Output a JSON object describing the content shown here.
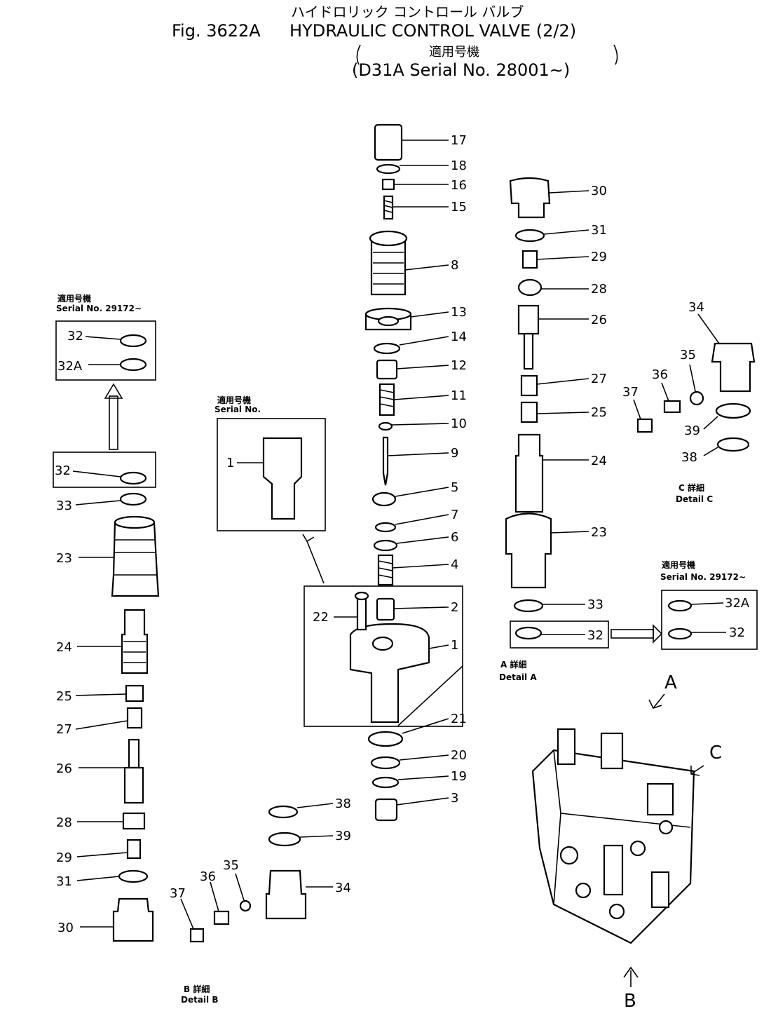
{
  "header": {
    "katakana": "ハイドロリック コントロール バルブ",
    "fig_label": "Fig. 3622A",
    "title": "HYDRAULIC CONTROL VALVE (2/2)",
    "applicable_jp": "適用号機",
    "serial": "(D31A Serial No. 28001∼)"
  },
  "insets": {
    "serial_jp": "適用号機",
    "left_serial": "Serial No. 29172∼",
    "mid_serial": "Serial No.",
    "right_serial": "Serial No. 29172∼"
  },
  "details": {
    "a_jp": "A 詳細",
    "a": "Detail A",
    "b_jp": "B 詳細",
    "b": "Detail B",
    "c_jp": "C 詳細",
    "c": "Detail C"
  },
  "view_letters": {
    "a": "A",
    "b": "B",
    "c": "C"
  },
  "parts": {
    "p1": "1",
    "p2": "2",
    "p3": "3",
    "p4": "4",
    "p5": "5",
    "p6": "6",
    "p7": "7",
    "p8": "8",
    "p9": "9",
    "p10": "10",
    "p11": "11",
    "p12": "12",
    "p13": "13",
    "p14": "14",
    "p15": "15",
    "p16": "16",
    "p17": "17",
    "p18": "18",
    "p19": "19",
    "p20": "20",
    "p21": "21",
    "p22": "22",
    "p23": "23",
    "p24": "24",
    "p25": "25",
    "p26": "26",
    "p27": "27",
    "p28": "28",
    "p29": "29",
    "p30": "30",
    "p31": "31",
    "p32": "32",
    "p32a": "32A",
    "p33": "33",
    "p34": "34",
    "p35": "35",
    "p36": "36",
    "p37": "37",
    "p38": "38",
    "p39": "39"
  }
}
